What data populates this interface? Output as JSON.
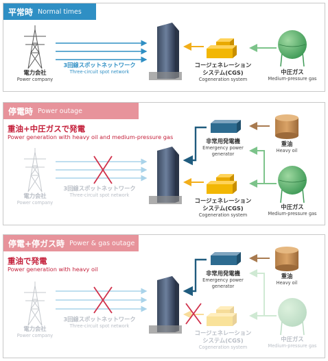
{
  "colors": {
    "header_normal": "#2f8fc4",
    "header_outage": "#e7939b",
    "accent_red": "#c4203b",
    "arrow_blue": "#2f8fc4",
    "arrow_green": "#7cc38a",
    "arrow_orange": "#f2ae1a",
    "arrow_brown": "#a87a4f",
    "arrow_navy": "#1f5b7e",
    "cross_red": "#d0304a"
  },
  "panels": [
    {
      "header_jp": "平常時",
      "header_en": "Normal times",
      "power_company_jp": "電力会社",
      "power_company_en": "Power company",
      "network_jp": "3回線スポットネットワーク",
      "network_en": "Three-circuit spot network",
      "cgs_jp_1": "コージェネレーション",
      "cgs_jp_2": "システム(CGS)",
      "cgs_en": "Cogeneration system",
      "gas_jp": "中圧ガス",
      "gas_en": "Medium-pressure gas"
    },
    {
      "header_jp": "停電時",
      "header_en": "Power outage",
      "sub_jp": "重油+中圧ガスで発電",
      "sub_en": "Power generation with heavy oil and medium-pressure gas",
      "power_company_jp": "電力会社",
      "power_company_en": "Power company",
      "network_jp": "3回線スポットネットワーク",
      "network_en": "Three-circuit spot network",
      "emergency_jp": "非常用発電機",
      "emergency_en_1": "Emergency power",
      "emergency_en_2": "generator",
      "oil_jp": "重油",
      "oil_en": "Heavy oil",
      "cgs_jp_1": "コージェネレーション",
      "cgs_jp_2": "システム(CGS)",
      "cgs_en": "Cogeneration system",
      "gas_jp": "中圧ガス",
      "gas_en": "Medium-pressure gas"
    },
    {
      "header_jp": "停電+停ガス時",
      "header_en": "Power & gas outage",
      "sub_jp": "重油で発電",
      "sub_en": "Power generation with heavy oil",
      "power_company_jp": "電力会社",
      "power_company_en": "Power company",
      "network_jp": "3回線スポットネットワーク",
      "network_en": "Three-circuit spot network",
      "emergency_jp": "非常用発電機",
      "emergency_en_1": "Emergency power",
      "emergency_en_2": "generator",
      "oil_jp": "重油",
      "oil_en": "Heavy oil",
      "cgs_jp_1": "コージェネレーション",
      "cgs_jp_2": "システム(CGS)",
      "cgs_en": "Cogeneration system",
      "gas_jp": "中圧ガス",
      "gas_en": "Medium-pressure gas"
    }
  ]
}
